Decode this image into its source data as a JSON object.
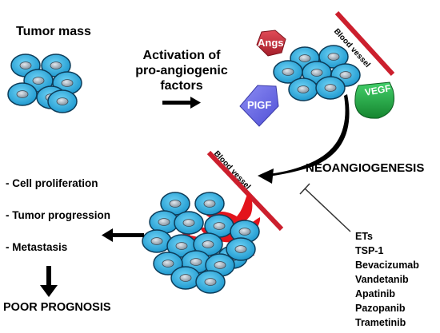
{
  "labels": {
    "tumor_mass": "Tumor mass",
    "activation": "Activation of\npro-angiogenic\nfactors",
    "blood_vessel_top": "Blood vessel",
    "blood_vessel_bottom": "Blood vessel",
    "neoangiogenesis": "NEOANGIOGENESIS",
    "poor_prognosis": "POOR PROGNOSIS"
  },
  "factors": {
    "angs": "Angs",
    "pigf": "PIGF",
    "vegf": "VEGF"
  },
  "outcomes": [
    "- Cell proliferation",
    "- Tumor progression",
    "- Metastasis"
  ],
  "inhibitors": [
    "ETs",
    "TSP-1",
    "Bevacizumab",
    "Vandetanib",
    "Apatinib",
    "Pazopanib",
    "Trametinib"
  ],
  "colors": {
    "cell_fill": "#1ea6dc",
    "cell_stroke": "#0d3d5a",
    "nucleus": "#9fb0bd",
    "vessel": "#cc1f2d",
    "blood": "#e3141c",
    "angs": "#c42d3a",
    "pigf": "#6f6ee6",
    "vegf": "#21a346"
  }
}
